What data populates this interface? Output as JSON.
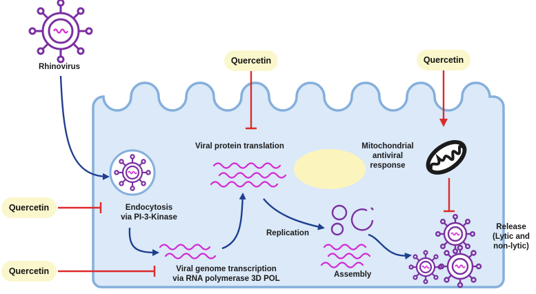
{
  "labels": {
    "rhinovirus": "Rhinovirus",
    "viral_protein_translation": "Viral protein translation",
    "mitochondrial": [
      "Mitochondrial",
      "antiviral",
      "response"
    ],
    "endocytosis": [
      "Endocytosis",
      "via PI-3-Kinase"
    ],
    "replication": "Replication",
    "assembly": "Assembly",
    "release": [
      "Release",
      "(Lytic and",
      "non-lytic)"
    ],
    "transcription": [
      "Viral genome transcription",
      "via RNA polymerase 3D POL"
    ]
  },
  "inhibitor": {
    "name": "Quercetin",
    "targets": [
      "translation",
      "mitochondrial response",
      "endocytosis",
      "transcription"
    ]
  },
  "colors": {
    "cell_fill": "#dbe9f8",
    "cell_stroke": "#85afdc",
    "virus": "#7a2fa0",
    "rna": "#d22ad4",
    "arrow_blue": "#1f3f8e",
    "inhibit_red": "#dc2a2a",
    "pill_bg": "#fbf7cc",
    "nucleus": "#fbf5bd"
  },
  "icons": [
    "virus-icon",
    "mitochondrion-icon",
    "endosome-icon",
    "rna-strand-icon",
    "capsid-icon"
  ]
}
